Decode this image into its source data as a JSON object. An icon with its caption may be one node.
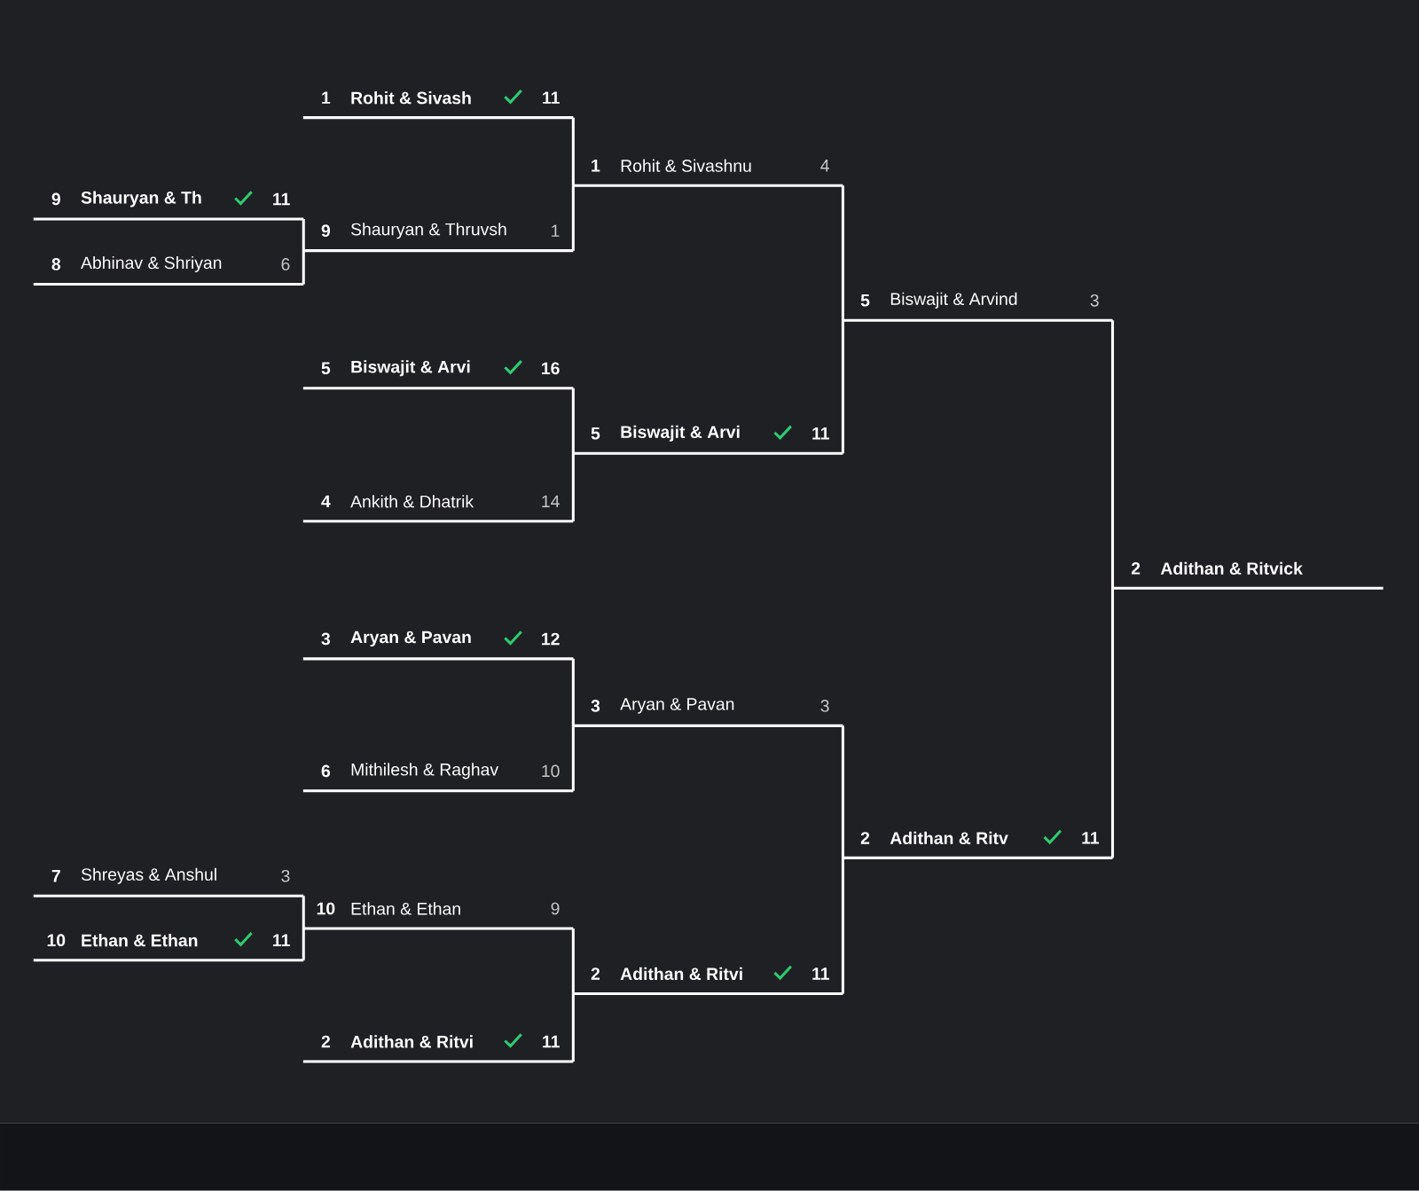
{
  "diagram": {
    "nodes": [
      {
        "text": [
          "9",
          "Shauryan & Th",
          "11"
        ]
      },
      {
        "text": [
          "8",
          "Abhinav & Shriyan",
          "6"
        ]
      },
      {
        "text": [
          "7",
          "Shreyas & Anshul",
          "3"
        ]
      },
      {
        "text": [
          "10",
          "Ethan & Ethan",
          "11"
        ]
      },
      {
        "text": [
          "1",
          "Rohit & Sivash",
          "11"
        ]
      },
      {
        "text": [
          "9",
          "Shauryan & Thruvsh",
          "1"
        ]
      },
      {
        "text": [
          "5",
          "Biswajit & Arvi",
          "16"
        ]
      },
      {
        "text": [
          "4",
          "Ankith & Dhatrik",
          "14"
        ]
      },
      {
        "text": [
          "3",
          "Aryan & Pavan",
          "12"
        ]
      },
      {
        "text": [
          "6",
          "Mithilesh & Raghav",
          "10"
        ]
      },
      {
        "text": [
          "10",
          "Ethan & Ethan",
          "9"
        ]
      },
      {
        "text": [
          "2",
          "Adithan & Ritvi",
          "11"
        ]
      },
      {
        "text": [
          "1",
          "Rohit & Sivashnu",
          "4"
        ]
      },
      {
        "text": [
          "5",
          "Biswajit & Arvi",
          "11"
        ]
      },
      {
        "text": [
          "3",
          "Aryan & Pavan",
          "3"
        ]
      },
      {
        "text": [
          "2",
          "Adithan & Ritvi",
          "11"
        ]
      },
      {
        "text": [
          "5",
          "Biswajit & Arvind",
          "3"
        ]
      },
      {
        "text": [
          "2",
          "Adithan & Ritv",
          "11"
        ]
      },
      {
        "text": [
          "2",
          "Adithan & Ritvick"
        ]
      }
    ],
    "edges": [
      {
        "from": 0,
        "to": 5,
        "arrow": "none"
      },
      {
        "from": 1,
        "to": 5,
        "arrow": "none"
      },
      {
        "from": 2,
        "to": 10,
        "arrow": "none"
      },
      {
        "from": 3,
        "to": 10,
        "arrow": "none"
      },
      {
        "from": 4,
        "to": 12,
        "arrow": "none"
      },
      {
        "from": 5,
        "to": 12,
        "arrow": "none"
      },
      {
        "from": 6,
        "to": 13,
        "arrow": "none"
      },
      {
        "from": 7,
        "to": 13,
        "arrow": "none"
      },
      {
        "from": 8,
        "to": 14,
        "arrow": "none"
      },
      {
        "from": 9,
        "to": 14,
        "arrow": "none"
      },
      {
        "from": 10,
        "to": 15,
        "arrow": "none"
      },
      {
        "from": 11,
        "to": 15,
        "arrow": "none"
      },
      {
        "from": 12,
        "to": 16,
        "arrow": "none"
      },
      {
        "from": 13,
        "to": 16,
        "arrow": "none"
      },
      {
        "from": 14,
        "to": 17,
        "arrow": "none"
      },
      {
        "from": 15,
        "to": 17,
        "arrow": "none"
      },
      {
        "from": 16,
        "to": 18,
        "arrow": "none"
      },
      {
        "from": 17,
        "to": 18,
        "arrow": "none"
      }
    ]
  }
}
